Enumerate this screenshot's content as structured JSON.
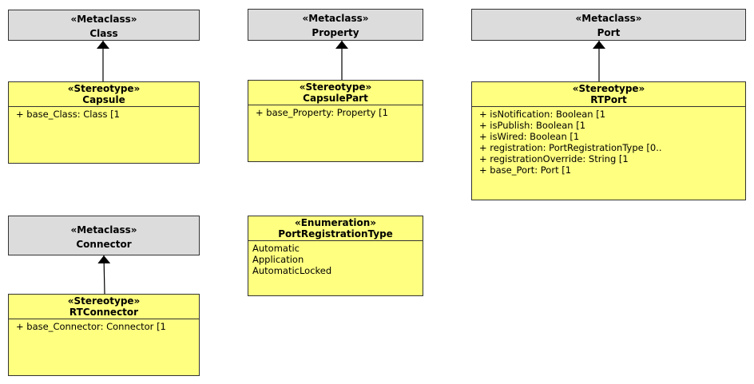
{
  "metaclasses": {
    "class": {
      "stereotype": "«Metaclass»",
      "name": "Class"
    },
    "property": {
      "stereotype": "«Metaclass»",
      "name": "Property"
    },
    "port": {
      "stereotype": "«Metaclass»",
      "name": "Port"
    },
    "connector": {
      "stereotype": "«Metaclass»",
      "name": "Connector"
    }
  },
  "stereotypes": {
    "capsule": {
      "stereotype": "«Stereotype»",
      "name": "Capsule",
      "attributes": [
        "+ base_Class: Class [1"
      ]
    },
    "capsule_part": {
      "stereotype": "«Stereotype»",
      "name": "CapsulePart",
      "attributes": [
        "+ base_Property: Property [1"
      ]
    },
    "rt_port": {
      "stereotype": "«Stereotype»",
      "name": "RTPort",
      "attributes": [
        "+ isNotification: Boolean [1",
        "+ isPublish: Boolean [1",
        "+ isWired: Boolean [1",
        "+ registration: PortRegistrationType [0..",
        "+ registrationOverride: String [1",
        "+ base_Port: Port [1"
      ]
    },
    "rt_connector": {
      "stereotype": "«Stereotype»",
      "name": "RTConnector",
      "attributes": [
        "+ base_Connector: Connector [1"
      ]
    }
  },
  "enumeration": {
    "stereotype": "«Enumeration»",
    "name": "PortRegistrationType",
    "literals": [
      "Automatic",
      "Application",
      "AutomaticLocked"
    ]
  }
}
